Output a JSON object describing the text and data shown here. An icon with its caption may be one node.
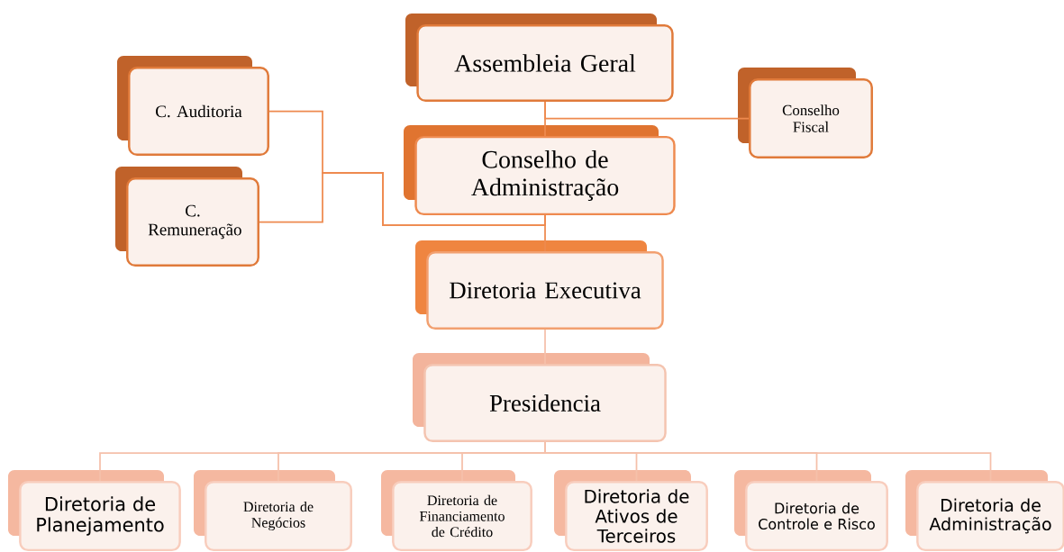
{
  "diagram": {
    "nodes": [
      {
        "text": [
          "Assembleia Geral"
        ]
      },
      {
        "text": [
          "Conselho Fiscal"
        ]
      },
      {
        "text": [
          "C. Auditoria"
        ]
      },
      {
        "text": [
          "C. Remuneração"
        ]
      },
      {
        "text": [
          "Conselho de Administração"
        ]
      },
      {
        "text": [
          "Diretoria Executiva"
        ]
      },
      {
        "text": [
          "Presidencia"
        ]
      },
      {
        "text": [
          "Diretoria de Planejamento"
        ]
      },
      {
        "text": [
          "Diretoria de Negócios"
        ]
      },
      {
        "text": [
          "Diretoria de Financiamento de Crédito"
        ]
      },
      {
        "text": [
          "Diretoria de Ativos de Terceiros"
        ]
      },
      {
        "text": [
          "Diretoria de Controle e Risco"
        ]
      },
      {
        "text": [
          "Diretoria de Administração"
        ]
      }
    ],
    "edges": [
      {
        "from": 0,
        "to": 4,
        "arrow": "none",
        "color": "#ee8a4f"
      },
      {
        "from": 0,
        "to": 1,
        "arrow": "none",
        "color": "#ee8a4f"
      },
      {
        "from": 2,
        "to": 4,
        "arrow": "none",
        "color": "#ee8a4f"
      },
      {
        "from": 3,
        "to": 4,
        "arrow": "none",
        "color": "#ee8a4f"
      },
      {
        "from": 4,
        "to": 5,
        "arrow": "none",
        "color": "#ee8a4f"
      },
      {
        "from": 5,
        "to": 6,
        "arrow": "none"
      },
      {
        "from": 6,
        "to": 7,
        "arrow": "none"
      },
      {
        "from": 6,
        "to": 8,
        "arrow": "none"
      },
      {
        "from": 6,
        "to": 9,
        "arrow": "none"
      },
      {
        "from": 6,
        "to": 10,
        "arrow": "none"
      },
      {
        "from": 6,
        "to": 11,
        "arrow": "none"
      },
      {
        "from": 6,
        "to": 12,
        "arrow": "none"
      }
    ]
  }
}
